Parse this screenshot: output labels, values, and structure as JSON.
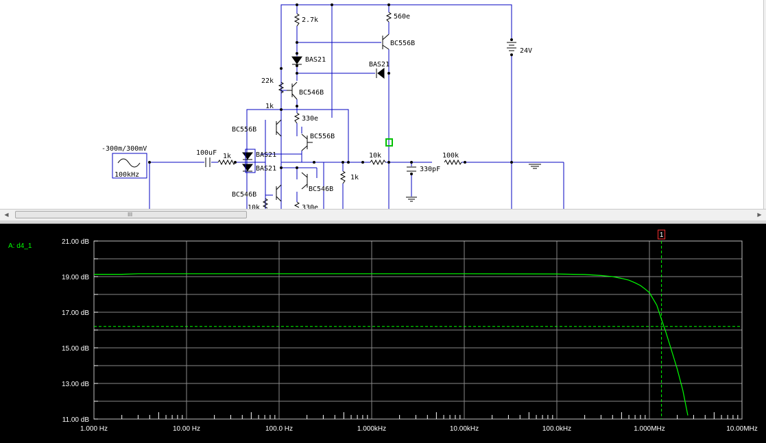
{
  "schematic": {
    "source": {
      "amplitude": "-300m/300mV",
      "frequency": "100kHz"
    },
    "components": {
      "r_2k7": "2.7k",
      "r_560e": "560e",
      "q_bc556b_top": "BC556B",
      "d_bas21_a": "BAS21",
      "d_bas21_b": "BAS21",
      "supply": "24V",
      "r_22k": "22k",
      "q_bc546b_top": "BC546B",
      "r_1k_top": "1k",
      "r_330e_top": "330e",
      "q_bc556b_left": "BC556B",
      "q_bc556b_right": "BC556B",
      "c_100uf": "100uF",
      "r_1k_in": "1k",
      "d_bas21_c": "BAS21",
      "d_bas21_d": "BAS21",
      "r_10k_out": "10k",
      "r_100k": "100k",
      "c_330pf": "330pF",
      "r_1k_right": "1k",
      "q_bc546b_left": "BC546B",
      "q_bc546b_right": "BC546B",
      "r_10k_bottom": "10k",
      "r_330e_bottom": "330e"
    }
  },
  "scrollbar": {
    "grip": "III"
  },
  "plot": {
    "trace_label": "A: d4_1",
    "cursor_label": "1",
    "colors": {
      "background": "#000000",
      "grid": "#8a8a8a",
      "trace": "#00ff00",
      "cursor": "#00ff00"
    }
  },
  "chart_data": {
    "type": "line",
    "x_scale": "log",
    "xlim": [
      1,
      10000000
    ],
    "ylim": [
      11,
      21
    ],
    "x_tick_labels": [
      "1.000 Hz",
      "10.00 Hz",
      "100.0 Hz",
      "1.000kHz",
      "10.00kHz",
      "100.0kHz",
      "1.000MHz",
      "10.00MHz"
    ],
    "y_tick_labels": [
      "21.00 dB",
      "19.00 dB",
      "17.00 dB",
      "15.00 dB",
      "13.00 dB",
      "11.00 dB"
    ],
    "y_ticks": [
      21,
      19,
      17,
      15,
      13,
      11
    ],
    "grid": true,
    "series": [
      {
        "name": "A: d4_1",
        "x": [
          1,
          2,
          3,
          10,
          100,
          1000,
          10000,
          100000,
          150000,
          200000,
          300000,
          400000,
          500000,
          600000,
          700000,
          800000,
          900000,
          1000000,
          1200000,
          1350000,
          1500000,
          1700000,
          2000000,
          2300000,
          2600000
        ],
        "y": [
          19.13,
          19.13,
          19.16,
          19.16,
          19.16,
          19.16,
          19.16,
          19.15,
          19.13,
          19.12,
          19.06,
          19.0,
          18.9,
          18.8,
          18.65,
          18.5,
          18.3,
          18.1,
          17.4,
          16.6,
          15.9,
          15.0,
          13.8,
          12.6,
          11.2
        ]
      }
    ],
    "cursor": {
      "x": 1350000,
      "y": 16.2
    }
  }
}
